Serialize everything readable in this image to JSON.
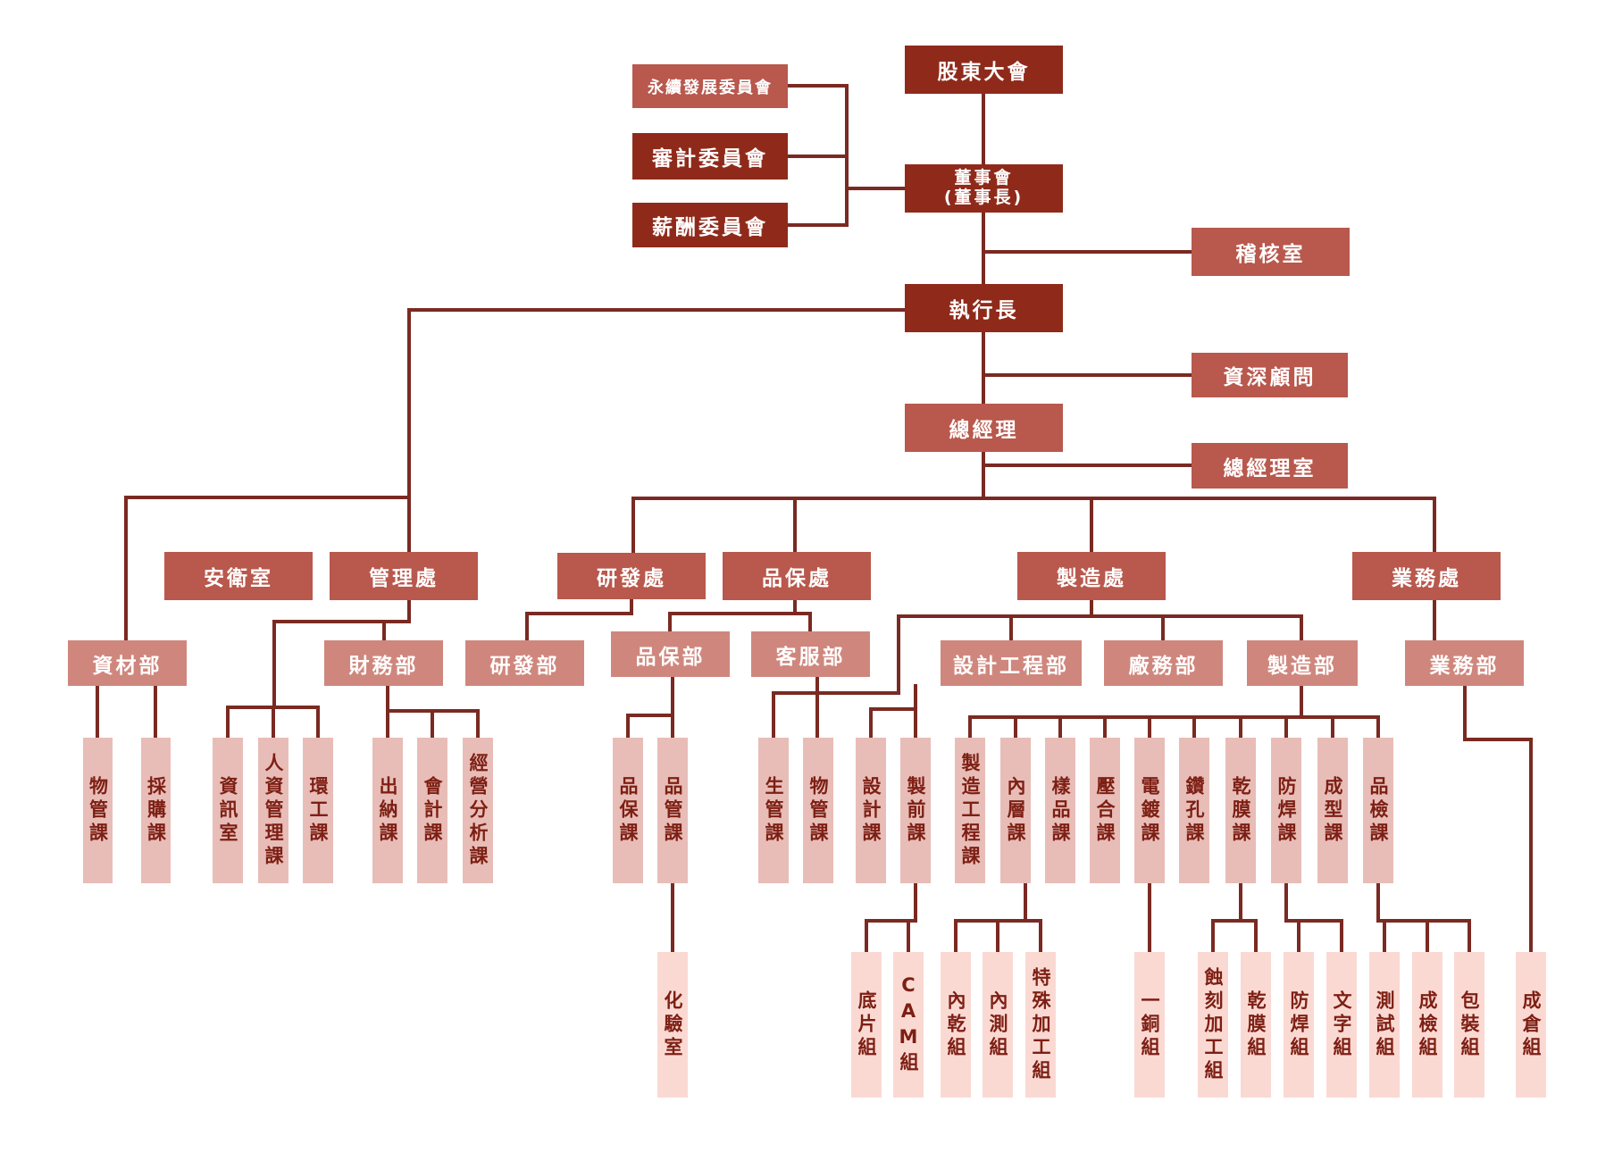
{
  "title": "",
  "colors": {
    "line": "#7a2a22",
    "level1": "#8f2a1b",
    "level2": "#b9584d",
    "level3": "#cf877d",
    "level4": "#e8bdb7",
    "level5": "#fbd9d3",
    "text_dark": "#7d1f14"
  },
  "nodes": {
    "shareholders": "股東大會",
    "sustainability": "永續發展委員會",
    "audit_committee": "審計委員會",
    "remuneration": "薪酬委員會",
    "board": "董事會\n(董事長)",
    "audit_office": "稽核室",
    "ceo": "執行長",
    "senior_advisor": "資深顧問",
    "gm": "總經理",
    "gm_office": "總經理室",
    "safety_office": "安衛室",
    "mgmt_div": "管理處",
    "rd_div": "研發處",
    "qa_div": "品保處",
    "mfg_div": "製造處",
    "sales_div": "業務處",
    "materials_dept": "資材部",
    "finance_dept": "財務部",
    "rd_dept": "研發部",
    "qa_dept": "品保部",
    "cs_dept": "客服部",
    "design_eng_dept": "設計工程部",
    "facilities_dept": "廠務部",
    "mfg_dept": "製造部",
    "sales_dept": "業務部",
    "mat_mgmt_sec": "物管課",
    "purchasing_sec": "採購課",
    "it_office": "資訊室",
    "hr_sec": "人資管理課",
    "env_sec": "環工課",
    "cashier_sec": "出納課",
    "accounting_sec": "會計課",
    "biz_analysis_sec": "經營分析課",
    "qa_sec": "品保課",
    "qc_sec": "品管課",
    "chem_lab": "化驗室",
    "prod_ctrl_sec": "生管課",
    "mat_ctrl_sec": "物管課",
    "design_sec": "設計課",
    "preprod_sec": "製前課",
    "process_eng_sec": "製造工程課",
    "inner_layer_sec": "內層課",
    "sample_sec": "樣品課",
    "lamination_sec": "壓合課",
    "plating_sec": "電鍍課",
    "drilling_sec": "鑽孔課",
    "dry_film_sec": "乾膜課",
    "solder_mask_sec": "防焊課",
    "routing_sec": "成型課",
    "inspection_sec": "品檢課",
    "film_grp": "底片組",
    "cam_grp": "CAM組",
    "inner_dry_grp": "內乾組",
    "inner_test_grp": "內測組",
    "special_grp": "特殊加工組",
    "copper_grp": "一銅組",
    "etching_grp": "蝕刻加工組",
    "dry_film_grp": "乾膜組",
    "solder_mask_grp": "防焊組",
    "legend_grp": "文字組",
    "test_grp": "測試組",
    "final_insp_grp": "成檢組",
    "packing_grp": "包裝組",
    "warehouse_grp": "成倉組"
  }
}
